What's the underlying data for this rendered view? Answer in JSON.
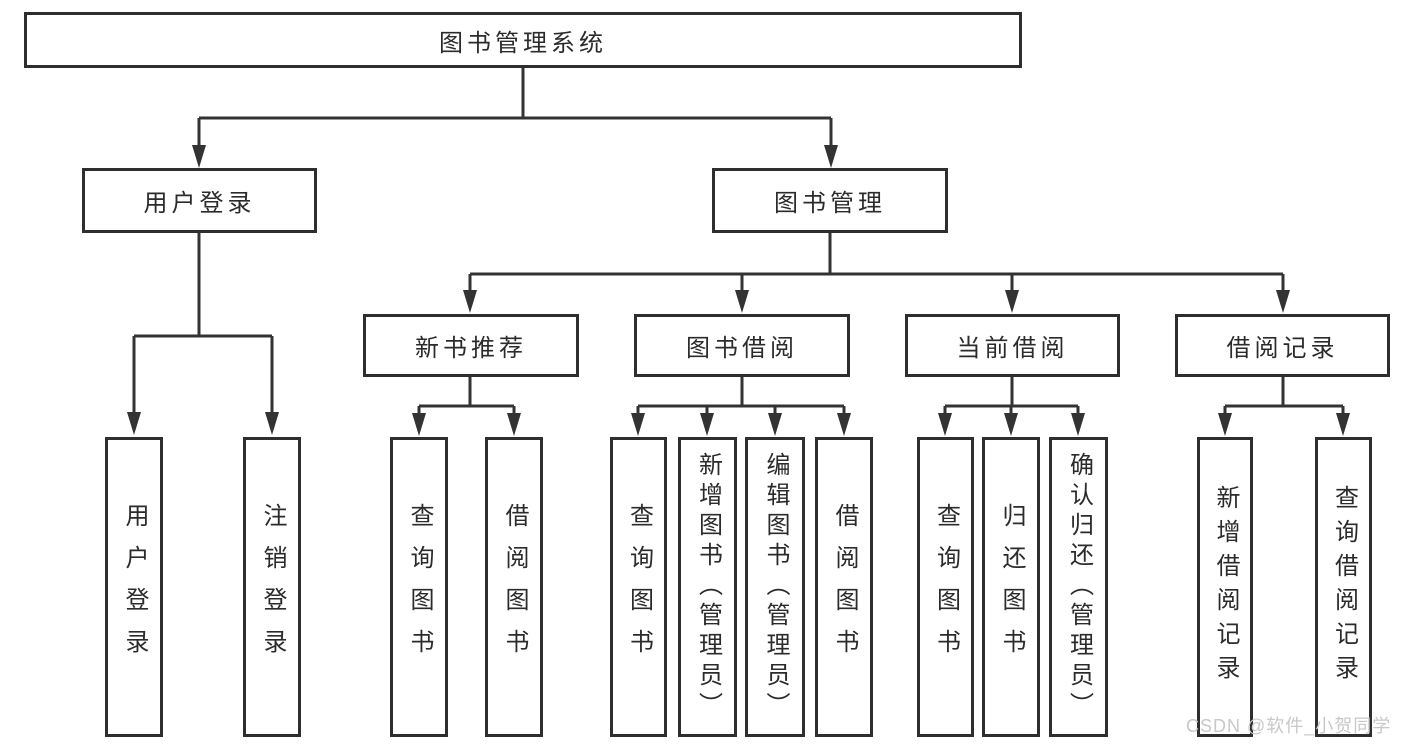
{
  "tree": {
    "label": "图书管理系统",
    "children": [
      {
        "label": "用户登录",
        "children": [
          {
            "label": "用户登录"
          },
          {
            "label": "注销登录"
          }
        ]
      },
      {
        "label": "图书管理",
        "children": [
          {
            "label": "新书推荐",
            "children": [
              {
                "label": "查询图书"
              },
              {
                "label": "借阅图书"
              }
            ]
          },
          {
            "label": "图书借阅",
            "children": [
              {
                "label": "查询图书"
              },
              {
                "label": "新增图书（管理员）"
              },
              {
                "label": "编辑图书（管理员）"
              },
              {
                "label": "借阅图书"
              }
            ]
          },
          {
            "label": "当前借阅",
            "children": [
              {
                "label": "查询图书"
              },
              {
                "label": "归还图书"
              },
              {
                "label": "确认归还（管理员）"
              }
            ]
          },
          {
            "label": "借阅记录",
            "children": [
              {
                "label": "新增借阅记录"
              },
              {
                "label": "查询借阅记录"
              }
            ]
          }
        ]
      }
    ]
  },
  "watermark": {
    "text": "CSDN @软件_小贺同学",
    "color": "#c8c8c8"
  },
  "style": {
    "line_color": "#333333",
    "box_border_color": "#2e2e2e",
    "text_color": "#2b2b2b",
    "background": "#ffffff"
  }
}
